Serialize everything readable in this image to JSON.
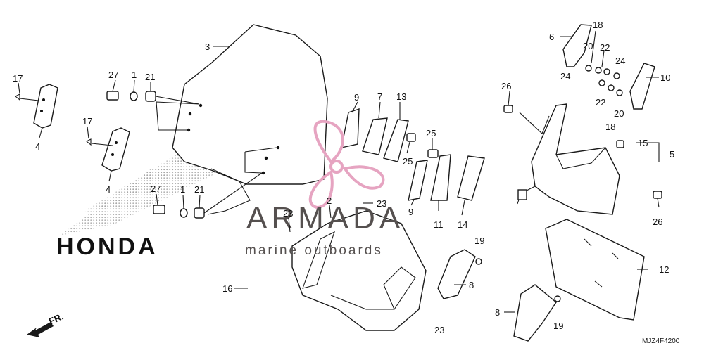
{
  "watermark": {
    "title": "ARMADA",
    "subtitle": "marine outboards",
    "logo_color": "#e6a4c1",
    "brand_text": "HONDA"
  },
  "direction_label": "FR.",
  "diagram_code": "MJZ4F4200",
  "callouts": {
    "c3": "3",
    "c17a": "17",
    "c4a": "4",
    "c27a": "27",
    "c1a": "1",
    "c21a": "21",
    "c17b": "17",
    "c4b": "4",
    "c27b": "27",
    "c1b": "1",
    "c21b": "21",
    "c2": "2",
    "c23a": "23",
    "c23b": "23",
    "c23c": "23",
    "c16": "16",
    "c9a": "9",
    "c7": "7",
    "c13": "13",
    "c25a": "25",
    "c25b": "25",
    "c9b": "9",
    "c11": "11",
    "c14": "14",
    "c6": "6",
    "c18a": "18",
    "c20a": "20",
    "c22a": "22",
    "c24a": "24",
    "c24b": "24",
    "c10": "10",
    "c22b": "22",
    "c20b": "20",
    "c18b": "18",
    "c26a": "26",
    "c15": "15",
    "c5": "5",
    "c26b": "26",
    "c19a": "19",
    "c8a": "8",
    "c12": "12",
    "c8b": "8",
    "c19b": "19"
  }
}
